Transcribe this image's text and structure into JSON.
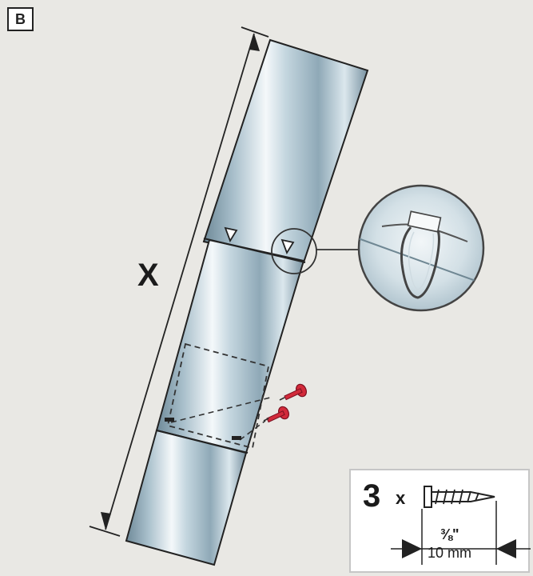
{
  "step": {
    "label": "B"
  },
  "dimension": {
    "label": "X"
  },
  "hardware": {
    "quantity": "3",
    "times": "x",
    "screw_length_imperial": "⅜\"",
    "screw_length_metric": "10 mm"
  },
  "colors": {
    "background": "#e9e8e4",
    "pole_metal": "#b9cdd8",
    "screw": "#d22a3a"
  }
}
